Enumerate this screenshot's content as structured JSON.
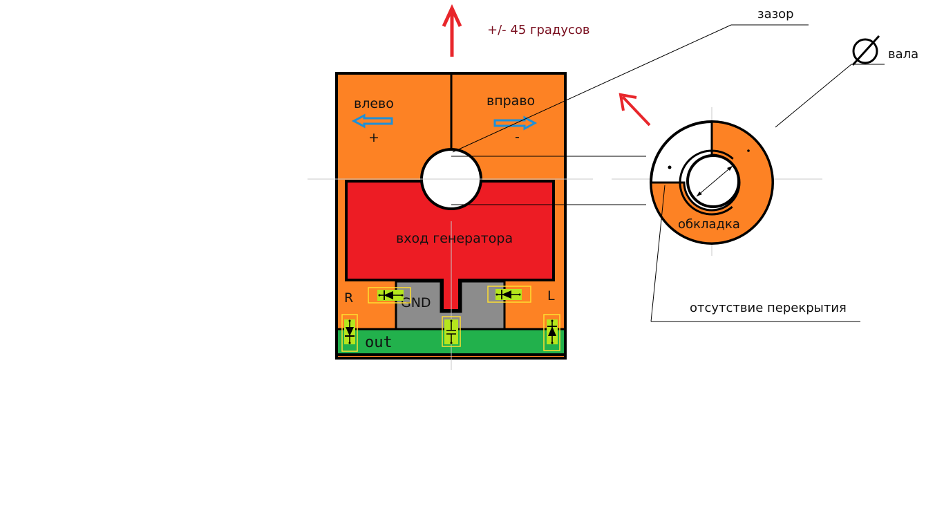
{
  "labels": {
    "rotation": "+/- 45 градусов",
    "left": "влево",
    "plus": "+",
    "right": "вправо",
    "minus": "-",
    "generator": "вход генератора",
    "gnd": "GND",
    "r": "R",
    "l": "L",
    "out": "out",
    "gap": "зазор",
    "shaft": "вала",
    "plate": "обкладка",
    "no_overlap": "отсутствие перекрытия"
  },
  "colors": {
    "orange": "#fd8224",
    "red": "#ed1c24",
    "gray": "#8c8c8c",
    "green": "#22b14c",
    "blue": "#1e90d8",
    "arrow_red": "#e8262b",
    "diode_pad": "#b5e61d",
    "diode_frame": "#ffdf30"
  },
  "icons": {
    "diameter": "diameter-icon",
    "diode": "diode-icon",
    "capacitor": "capacitor-icon"
  }
}
